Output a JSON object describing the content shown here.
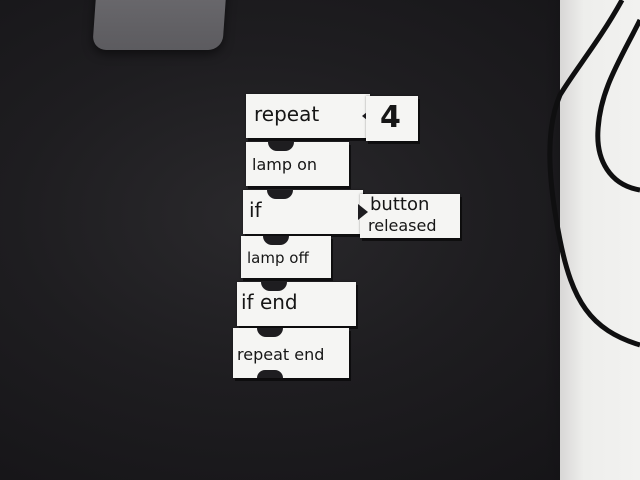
{
  "scene": {
    "description_colors": {
      "mat": "#1e1d20",
      "block": "#f5f5f3",
      "text": "#161616",
      "desk": "#eeeeec",
      "laptop": "#66656a"
    }
  },
  "blocks": {
    "repeat": {
      "label": "repeat"
    },
    "repeat_count": {
      "label": "4"
    },
    "lamp_on": {
      "label": "lamp on"
    },
    "if": {
      "label": "if"
    },
    "button_released": {
      "line1": "button",
      "line2": "released"
    },
    "lamp_off": {
      "label": "lamp off"
    },
    "if_end": {
      "label": "if end"
    },
    "repeat_end": {
      "label": "repeat end"
    }
  }
}
